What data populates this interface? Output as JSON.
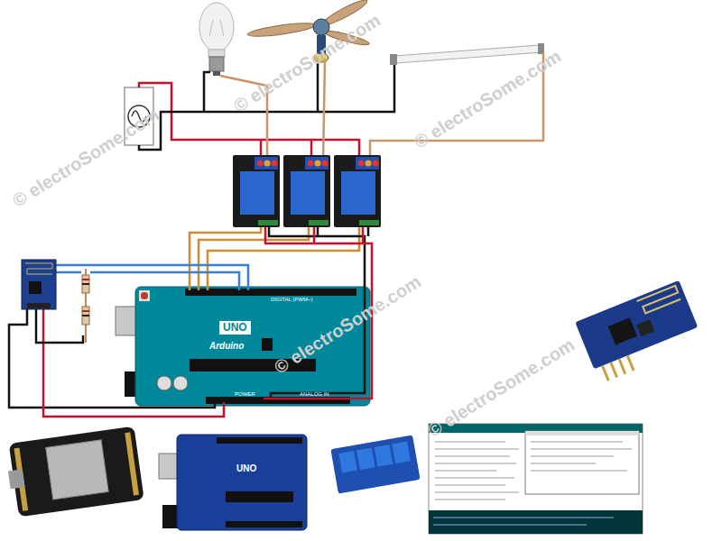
{
  "diagram": {
    "nodes": [
      {
        "text": [
          "UNO",
          "Arduino",
          "DIGITAL (PWM~)",
          "ANALOG IN",
          "POWER"
        ]
      },
      {
        "text": [
          "UNO"
        ]
      }
    ],
    "labels": [
      "© electroSome.com",
      "© electroSome.com",
      "© electroSome.com",
      "© electroSome.com",
      "© electroSome.com"
    ]
  }
}
